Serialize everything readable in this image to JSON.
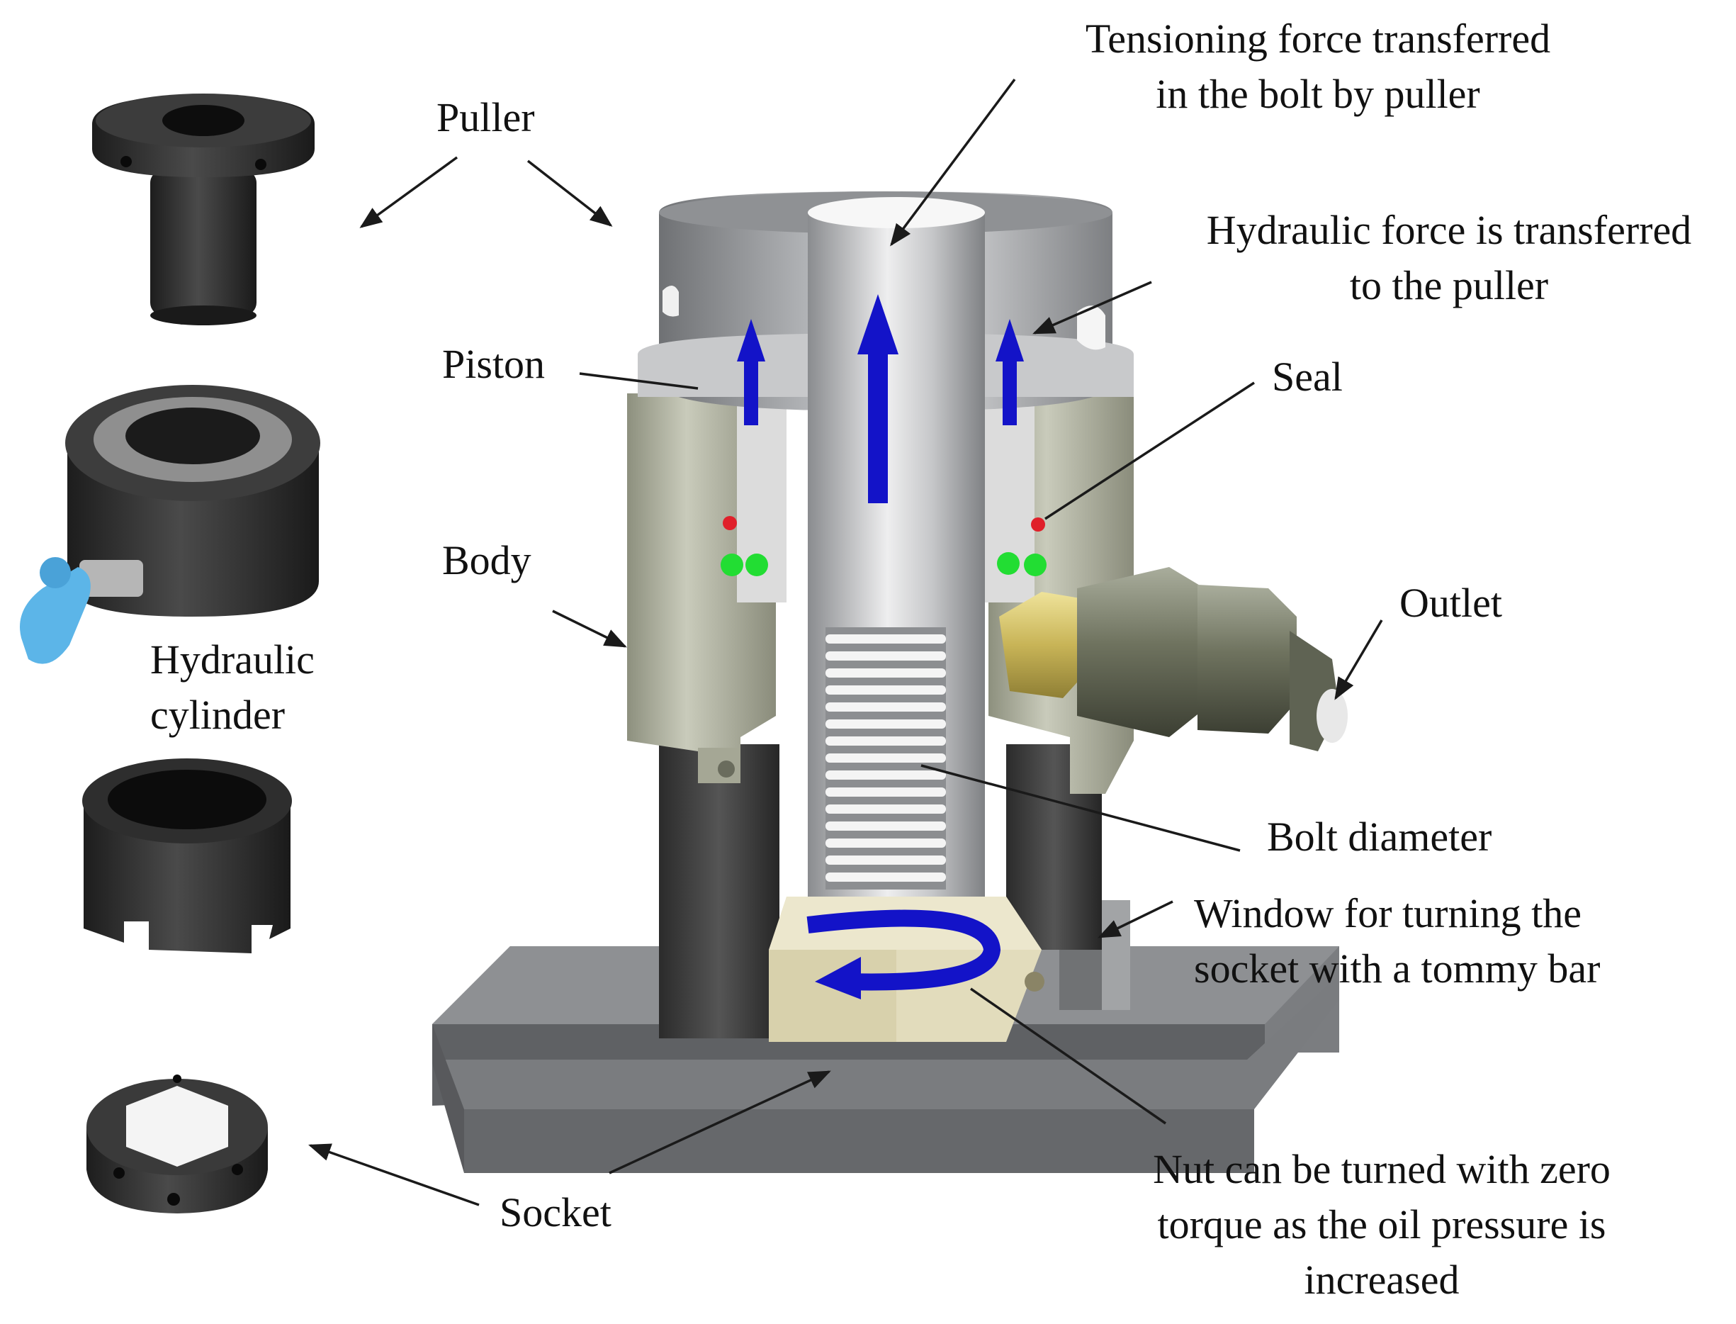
{
  "labels": {
    "puller": "Puller",
    "piston": "Piston",
    "body": "Body",
    "hydraulic_cylinder": [
      "Hydraulic",
      "cylinder"
    ],
    "socket": "Socket",
    "tensioning_force": [
      "Tensioning force transferred",
      "in the bolt by puller"
    ],
    "hydraulic_force": [
      "Hydraulic force is transferred",
      "to the puller"
    ],
    "seal": "Seal",
    "outlet": "Outlet",
    "bolt_diameter": "Bolt diameter",
    "window": [
      "Window for turning the",
      "socket with a tommy bar"
    ],
    "nut": [
      "Nut can be turned with zero",
      "torque as the oil pressure is",
      "increased"
    ]
  },
  "colors": {
    "arrow_blue": "#1313c8",
    "seal_red": "#e0202a",
    "seal_green": "#22dd33",
    "body_olive": "#b5b8a6",
    "steel_grey": "#9ea0a3",
    "dark_steel": "#3a3a3a",
    "brass": "#d4c46a",
    "nut_cream": "#e2dcbc",
    "base_grey": "#7b7d80",
    "cap_blue": "#5cb5e8"
  },
  "icons": {
    "puller_part": "puller-part-icon",
    "cylinder_part": "hydraulic-cylinder-part-icon",
    "bridge_part": "bridge-part-icon",
    "socket_part": "socket-part-icon"
  }
}
